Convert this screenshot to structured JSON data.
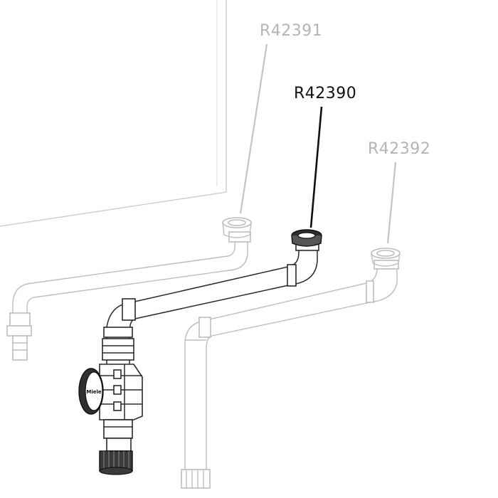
{
  "callouts": [
    {
      "part": "R42391",
      "state": "faded"
    },
    {
      "part": "R42390",
      "state": "highlighted"
    },
    {
      "part": "R42392",
      "state": "faded"
    }
  ],
  "valve_brand": "Miele"
}
